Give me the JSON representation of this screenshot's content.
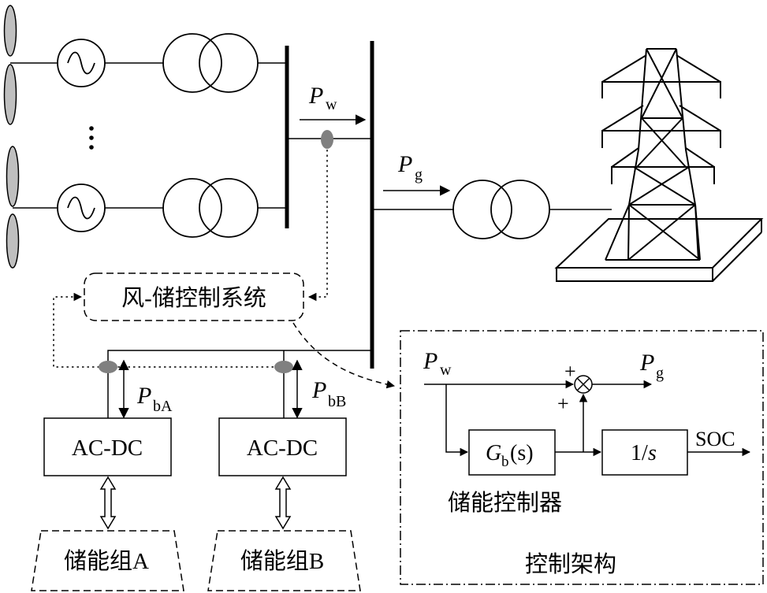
{
  "labels": {
    "pw_top": "P",
    "pw_top_sub": "w",
    "pg_top": "P",
    "pg_top_sub": "g",
    "controller_box": "风-储控制系统",
    "pba": "P",
    "pba_sub": "bA",
    "pbb": "P",
    "pbb_sub": "bB",
    "acdc_a": "AC-DC",
    "acdc_b": "AC-DC",
    "storage_a": "储能组A",
    "storage_b": "储能组B",
    "ctrl_pw": "P",
    "ctrl_pw_sub": "w",
    "ctrl_pg": "P",
    "ctrl_pg_sub": "g",
    "plus_top": "+",
    "plus_bottom": "+",
    "gb_main": "G",
    "gb_sub": "b",
    "gb_arg": "(s)",
    "integrator_num": "1/",
    "integrator_s": "s",
    "soc": "SOC",
    "storage_controller": "储能控制器",
    "control_architecture": "控制架构"
  },
  "colors": {
    "stroke": "#000000",
    "ct_fill": "#808080",
    "blade_fill": "#bfbfbf"
  }
}
